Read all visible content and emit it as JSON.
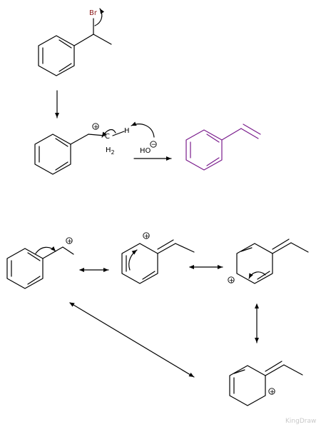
{
  "labels": {
    "br": "Br",
    "h": "H",
    "c": "C",
    "h2": "H",
    "h2_sub": "2",
    "ho": "HO",
    "plus": "+",
    "minus": "−"
  },
  "watermark": "KingDraw",
  "colors": {
    "bond": "#000000",
    "product": "#7a1c8c",
    "bromine": "#8b1a1a"
  }
}
